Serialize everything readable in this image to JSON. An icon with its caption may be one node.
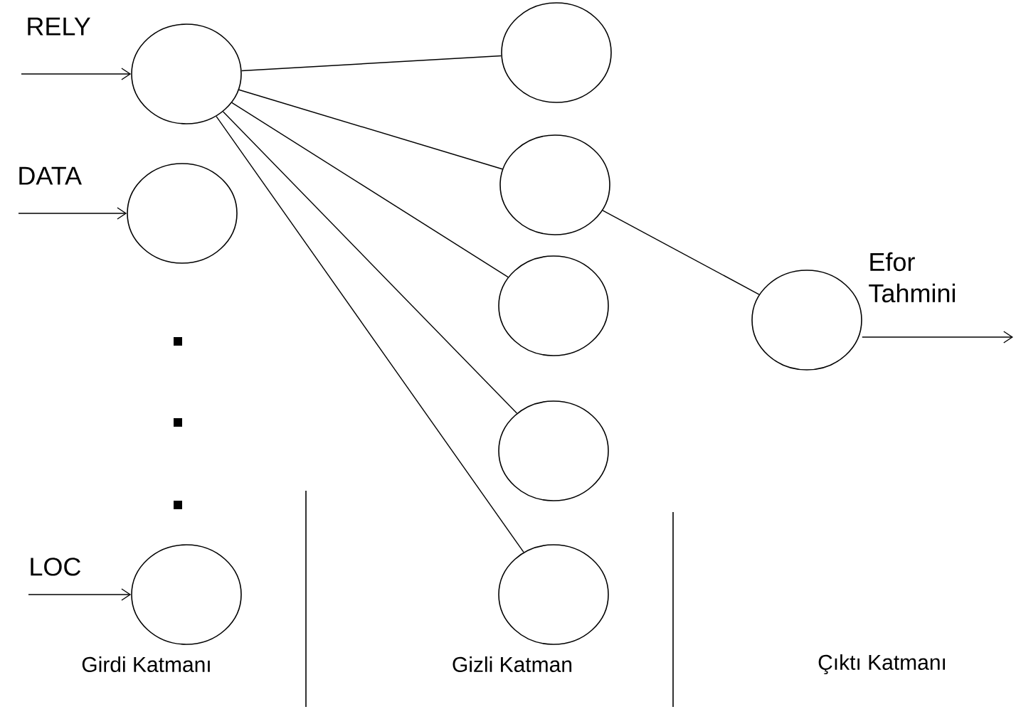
{
  "diagram": {
    "nodes": [
      {
        "text": [],
        "shape": "circle"
      },
      {
        "text": [],
        "shape": "circle"
      },
      {
        "text": [],
        "shape": "circle"
      },
      {
        "text": [],
        "shape": "circle"
      },
      {
        "text": [],
        "shape": "circle"
      },
      {
        "text": [],
        "shape": "circle"
      },
      {
        "text": [],
        "shape": "circle"
      },
      {
        "text": [],
        "shape": "circle"
      },
      {
        "text": [],
        "shape": "circle"
      }
    ],
    "edges": [
      {
        "from": null,
        "to": 0,
        "arrow": "to",
        "label": "RELY"
      },
      {
        "from": null,
        "to": 1,
        "arrow": "to",
        "label": "DATA"
      },
      {
        "from": null,
        "to": 2,
        "arrow": "to",
        "label": "LOC"
      },
      {
        "from": 0,
        "to": 3,
        "arrow": "none"
      },
      {
        "from": 0,
        "to": 4,
        "arrow": "none"
      },
      {
        "from": 0,
        "to": 5,
        "arrow": "none"
      },
      {
        "from": 0,
        "to": 6,
        "arrow": "none"
      },
      {
        "from": 0,
        "to": 7,
        "arrow": "none"
      },
      {
        "from": 4,
        "to": 8,
        "arrow": "none"
      },
      {
        "from": 8,
        "to": null,
        "arrow": "to",
        "label": "Efor Tahmini"
      }
    ],
    "labels": [
      "Girdi Katmanı",
      "Gizli Katman",
      "Çıktı Katmanı"
    ]
  }
}
